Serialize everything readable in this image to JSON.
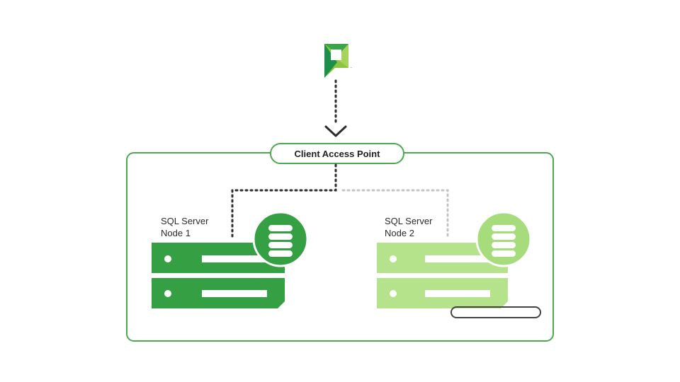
{
  "client_access_point": {
    "label": "Client Access Point"
  },
  "nodes": [
    {
      "line1": "SQL Server",
      "line2": "Node 1",
      "state": "active"
    },
    {
      "line1": "SQL Server",
      "line2": "Node 2",
      "state": "standby"
    }
  ],
  "colors": {
    "primary_green": "#35a043",
    "light_green": "#b5e38b",
    "light_green_circle": "#a7dc7c",
    "frame_green": "#4ca94f",
    "active_link": "#2d2d2d",
    "inactive_link": "#c4c4c4"
  },
  "icons": [
    "logo-icon",
    "arrow-down-icon",
    "database-icon"
  ]
}
